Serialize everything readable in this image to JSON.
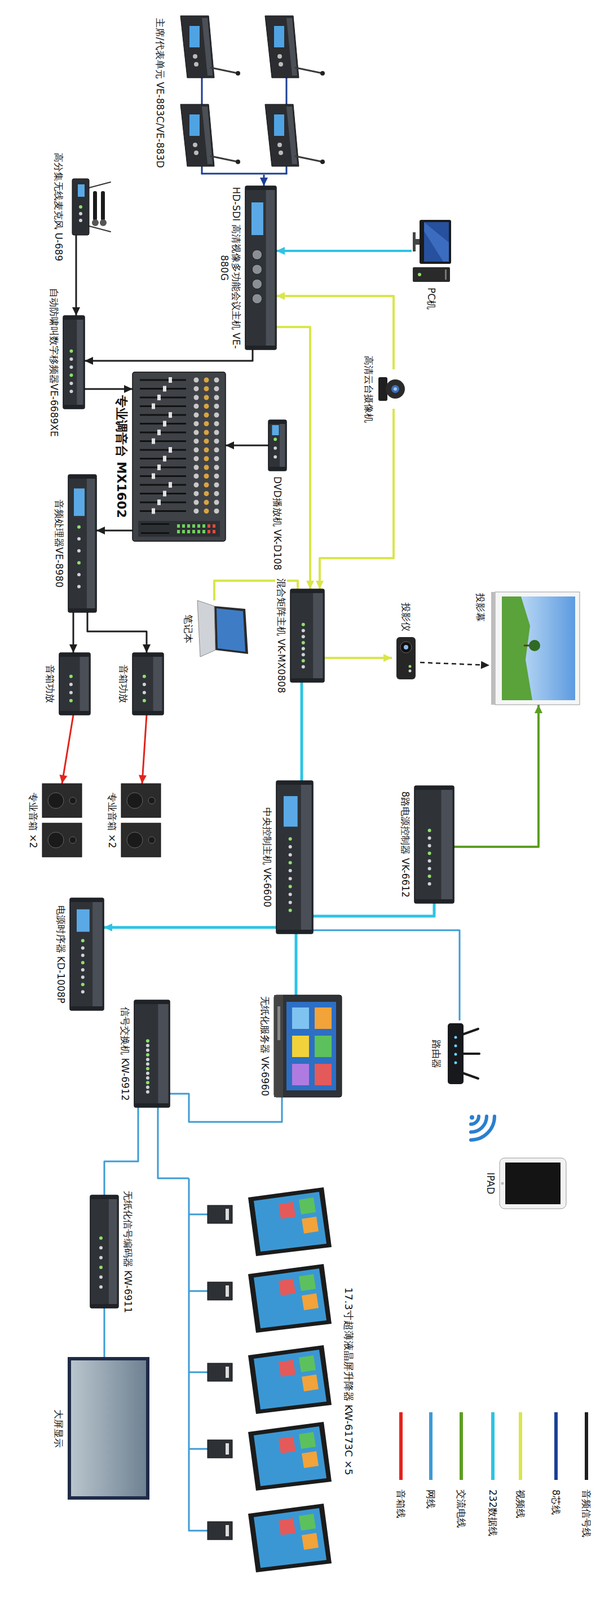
{
  "diagram": {
    "nodes": [
      {
        "text": [
          "主席/代表单元 VE-883C/VE-883D"
        ]
      },
      {
        "text": [
          "高分集无线麦克风 U-689"
        ]
      },
      {
        "text": [
          "HD-SDI 高清视像多功能会议主机 VE-880G"
        ]
      },
      {
        "text": [
          "PC机"
        ]
      },
      {
        "text": [
          "高清云台摄像机"
        ]
      },
      {
        "text": [
          "自动防啸叫数字移频器VE-6689XE"
        ]
      },
      {
        "text": [
          "专业调音台 MX1602"
        ]
      },
      {
        "text": [
          "DVD播放机 VK-D108"
        ]
      },
      {
        "text": [
          "音频处理器VE-8980"
        ]
      },
      {
        "text": [
          "混合矩阵主机 VK-MX0808"
        ]
      },
      {
        "text": [
          "笔记本"
        ]
      },
      {
        "text": [
          "投影仪"
        ]
      },
      {
        "text": [
          "投影幕"
        ]
      },
      {
        "text": [
          "音箱功放"
        ]
      },
      {
        "text": [
          "音箱功放"
        ]
      },
      {
        "text": [
          "专业音箱 ×2"
        ]
      },
      {
        "text": [
          "专业音箱 ×2"
        ]
      },
      {
        "text": [
          "中央控制主机 VK-6600"
        ]
      },
      {
        "text": [
          "8路电源控制器 VK-6612"
        ]
      },
      {
        "text": [
          "电源时序器 KD-1008P"
        ]
      },
      {
        "text": [
          "无纸化服务器 VK-6960"
        ]
      },
      {
        "text": [
          "路由器"
        ]
      },
      {
        "text": [
          "IPAD"
        ]
      },
      {
        "text": [
          "信号交换机 KW-6912"
        ]
      },
      {
        "text": [
          "无纸化信号编码器 KW-6911"
        ]
      },
      {
        "text": [
          "大屏显示"
        ]
      },
      {
        "text": [
          "17.3寸超薄液晶屏升降器 KW-6173C ×5"
        ]
      }
    ],
    "edges": [
      {
        "from": 0,
        "to": 2,
        "arrow": "to"
      },
      {
        "from": 1,
        "to": 5,
        "arrow": "to"
      },
      {
        "from": 3,
        "to": 2,
        "arrow": "to"
      },
      {
        "from": 4,
        "to": 2,
        "arrow": "to"
      },
      {
        "from": 2,
        "to": 5,
        "arrow": "to"
      },
      {
        "from": 5,
        "to": 6,
        "arrow": "to"
      },
      {
        "from": 7,
        "to": 6,
        "arrow": "to"
      },
      {
        "from": 6,
        "to": 8,
        "arrow": "to"
      },
      {
        "from": 2,
        "to": 9,
        "arrow": "to"
      },
      {
        "from": 4,
        "to": 9,
        "arrow": "to"
      },
      {
        "from": 10,
        "to": 9,
        "arrow": "none"
      },
      {
        "from": 9,
        "to": 11,
        "arrow": "to"
      },
      {
        "from": 11,
        "to": 12,
        "arrow": "to"
      },
      {
        "from": 8,
        "to": 13,
        "arrow": "to"
      },
      {
        "from": 8,
        "to": 14,
        "arrow": "to"
      },
      {
        "from": 13,
        "to": 15,
        "arrow": "to"
      },
      {
        "from": 14,
        "to": 16,
        "arrow": "to"
      },
      {
        "from": 9,
        "to": 17,
        "arrow": "none"
      },
      {
        "from": 17,
        "to": 18,
        "arrow": "none"
      },
      {
        "from": 18,
        "to": 12,
        "arrow": "to"
      },
      {
        "from": 17,
        "to": 19,
        "arrow": "to"
      },
      {
        "from": 17,
        "to": 20,
        "arrow": "none"
      },
      {
        "from": 17,
        "to": 21,
        "arrow": "none"
      },
      {
        "from": 20,
        "to": 23,
        "arrow": "none"
      },
      {
        "from": 23,
        "to": 24,
        "arrow": "none"
      },
      {
        "from": 24,
        "to": 25,
        "arrow": "none"
      },
      {
        "from": 23,
        "to": 26,
        "arrow": "none"
      }
    ],
    "legend": [
      {
        "text": "音频信号线"
      },
      {
        "text": "8芯线"
      },
      {
        "text": "视频线"
      },
      {
        "text": "232数据线"
      },
      {
        "text": "交流电线"
      },
      {
        "text": "网线"
      },
      {
        "text": "音箱线"
      }
    ]
  }
}
